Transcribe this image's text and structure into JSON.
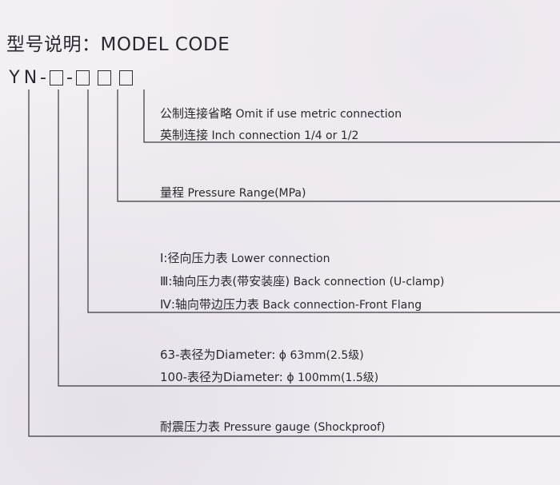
{
  "title": "型号说明：MODEL CODE",
  "code": {
    "prefix_y": "Y",
    "prefix_n": "N",
    "dash1": "-",
    "dash2": "-"
  },
  "fields": [
    {
      "lines": [
        {
          "cn": "公制连接省略",
          "en": "Omit if use metric connection"
        },
        {
          "cn": "英制连接",
          "en": "Inch connection 1/4 or 1/2"
        }
      ]
    },
    {
      "lines": [
        {
          "cn": "量程",
          "en": "Pressure Range(MPa)"
        }
      ]
    },
    {
      "lines": [
        {
          "cn": "Ⅰ:径向压力表",
          "en": "Lower connection"
        },
        {
          "cn": "Ⅲ:轴向压力表(带安装座)",
          "en": "Back connection (U-clamp)"
        },
        {
          "cn": "Ⅳ:轴向带边压力表",
          "en": "Back connection-Front  Flang"
        }
      ]
    },
    {
      "lines": [
        {
          "cn": "63-表径为Diameter:",
          "en": "ϕ 63mm(2.5级)"
        },
        {
          "cn": "100-表径为Diameter:",
          "en": "ϕ 100mm(1.5级)"
        }
      ]
    },
    {
      "lines": [
        {
          "cn": "耐震压力表",
          "en": "Pressure gauge (Shockproof)"
        }
      ]
    }
  ]
}
